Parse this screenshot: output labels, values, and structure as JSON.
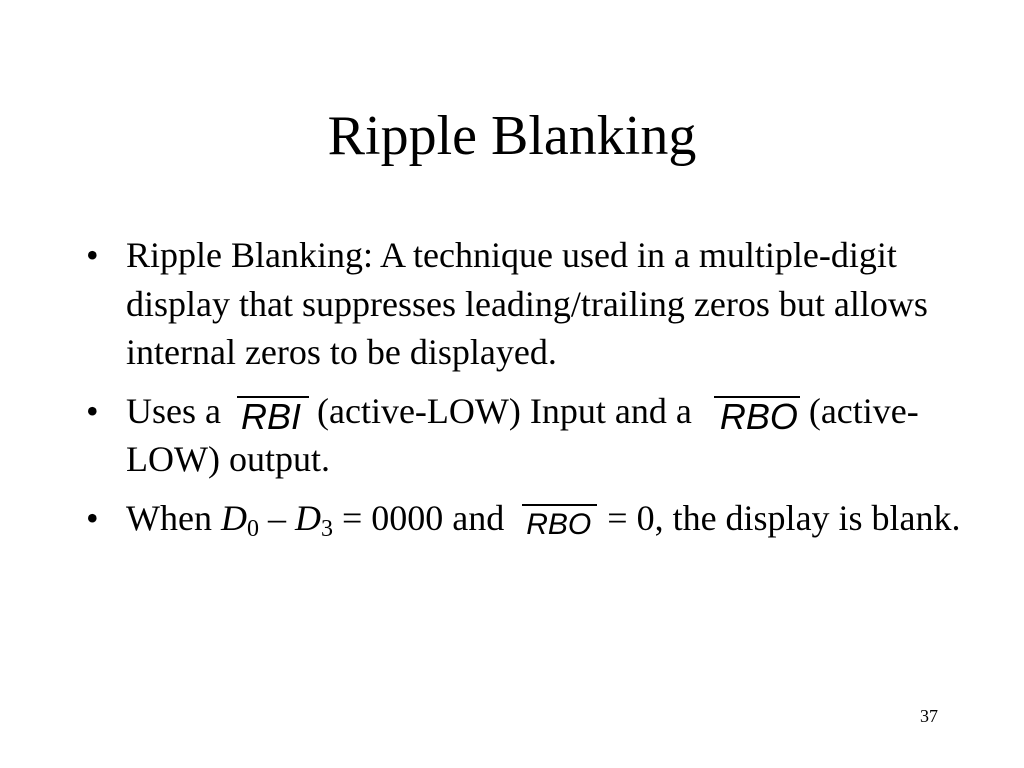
{
  "slide": {
    "title": "Ripple Blanking",
    "page_number": "37"
  },
  "bullets": {
    "b1": {
      "text": "Ripple Blanking: A technique used in a multiple-digit display that suppresses leading/trailing zeros but allows internal zeros to be displayed."
    },
    "b2": {
      "pre": "Uses a",
      "term1": "RBI",
      "mid": "(active-LOW) Input and a",
      "term2": "RBO",
      "post": "(active-LOW) output."
    },
    "b3": {
      "pre": "When",
      "d": "D",
      "sub0": "0",
      "dash": "–",
      "sub3": "3",
      "eq_text": "= 0000 and",
      "term": "RBO",
      "post": "= 0, the display is blank."
    }
  },
  "bullet_glyph": "•"
}
